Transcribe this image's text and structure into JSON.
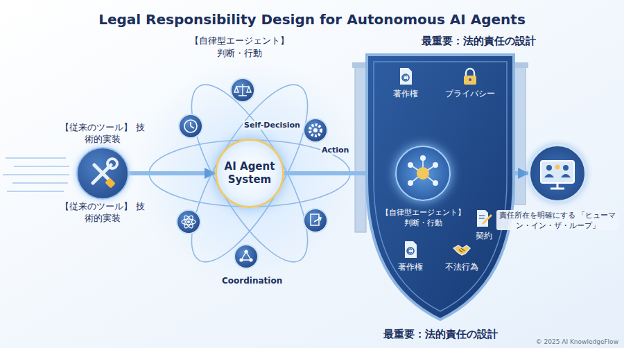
{
  "diagram": {
    "title": "Legal Responsibility Design for Autonomous AI Agents",
    "nodes": [
      {
        "text": [
          "【従来のツール】 技術的実装",
          "【従来のツール】 技術的実装"
        ]
      },
      {
        "text": [
          "AI Agent System"
        ]
      },
      {
        "text": [
          "最重要：法的責任の設計",
          "最重要：法的責任の設計"
        ]
      },
      {
        "text": [
          "【自律型エージェント】 判断・行動"
        ],
        "in": 2
      },
      {
        "text": [
          "著作権"
        ],
        "in": 2
      },
      {
        "text": [
          "プライバシー"
        ],
        "in": 2
      },
      {
        "text": [
          "契約"
        ],
        "in": 2
      },
      {
        "text": [
          "著作権"
        ],
        "in": 2
      },
      {
        "text": [
          "不法行為"
        ],
        "in": 2
      },
      {
        "text": [
          "責任所在を明確にする 「ヒューマン・イン・ザ・ループ」"
        ]
      }
    ],
    "edges": [
      {
        "from": 0,
        "to": 1,
        "arrow": "to"
      },
      {
        "from": 1,
        "to": 3,
        "arrow": "to"
      },
      {
        "from": 3,
        "to": 9,
        "arrow": "to"
      }
    ],
    "labels": [
      "【自律型エージェント】 判断・行動",
      "Self-Decision",
      "Action",
      "Coordination",
      "© 2025 AI KnowledgeFlow"
    ]
  }
}
